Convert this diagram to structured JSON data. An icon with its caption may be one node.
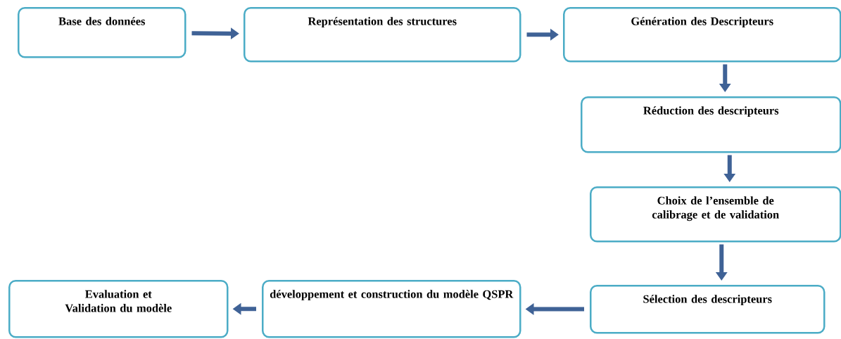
{
  "diagram": {
    "nodes": [
      {
        "text": [
          "Base des données"
        ]
      },
      {
        "text": [
          "Représentation des structures"
        ]
      },
      {
        "text": [
          "Génération des Descripteurs"
        ]
      },
      {
        "text": [
          "Réduction des descripteurs"
        ]
      },
      {
        "text": [
          "Choix de l’ensemble de calibrage et de validation"
        ]
      },
      {
        "text": [
          "Sélection des descripteurs"
        ]
      },
      {
        "text": [
          "développement et construction du modèle QSPR"
        ]
      },
      {
        "text": [
          "Evaluation et Validation du modèle"
        ]
      }
    ],
    "edges": [
      {
        "from": 0,
        "to": 1,
        "arrow": "to"
      },
      {
        "from": 1,
        "to": 2,
        "arrow": "to"
      },
      {
        "from": 2,
        "to": 3,
        "arrow": "to"
      },
      {
        "from": 3,
        "to": 4,
        "arrow": "to"
      },
      {
        "from": 4,
        "to": 5,
        "arrow": "to"
      },
      {
        "from": 5,
        "to": 6,
        "arrow": "to"
      },
      {
        "from": 6,
        "to": 7,
        "arrow": "to"
      }
    ]
  }
}
